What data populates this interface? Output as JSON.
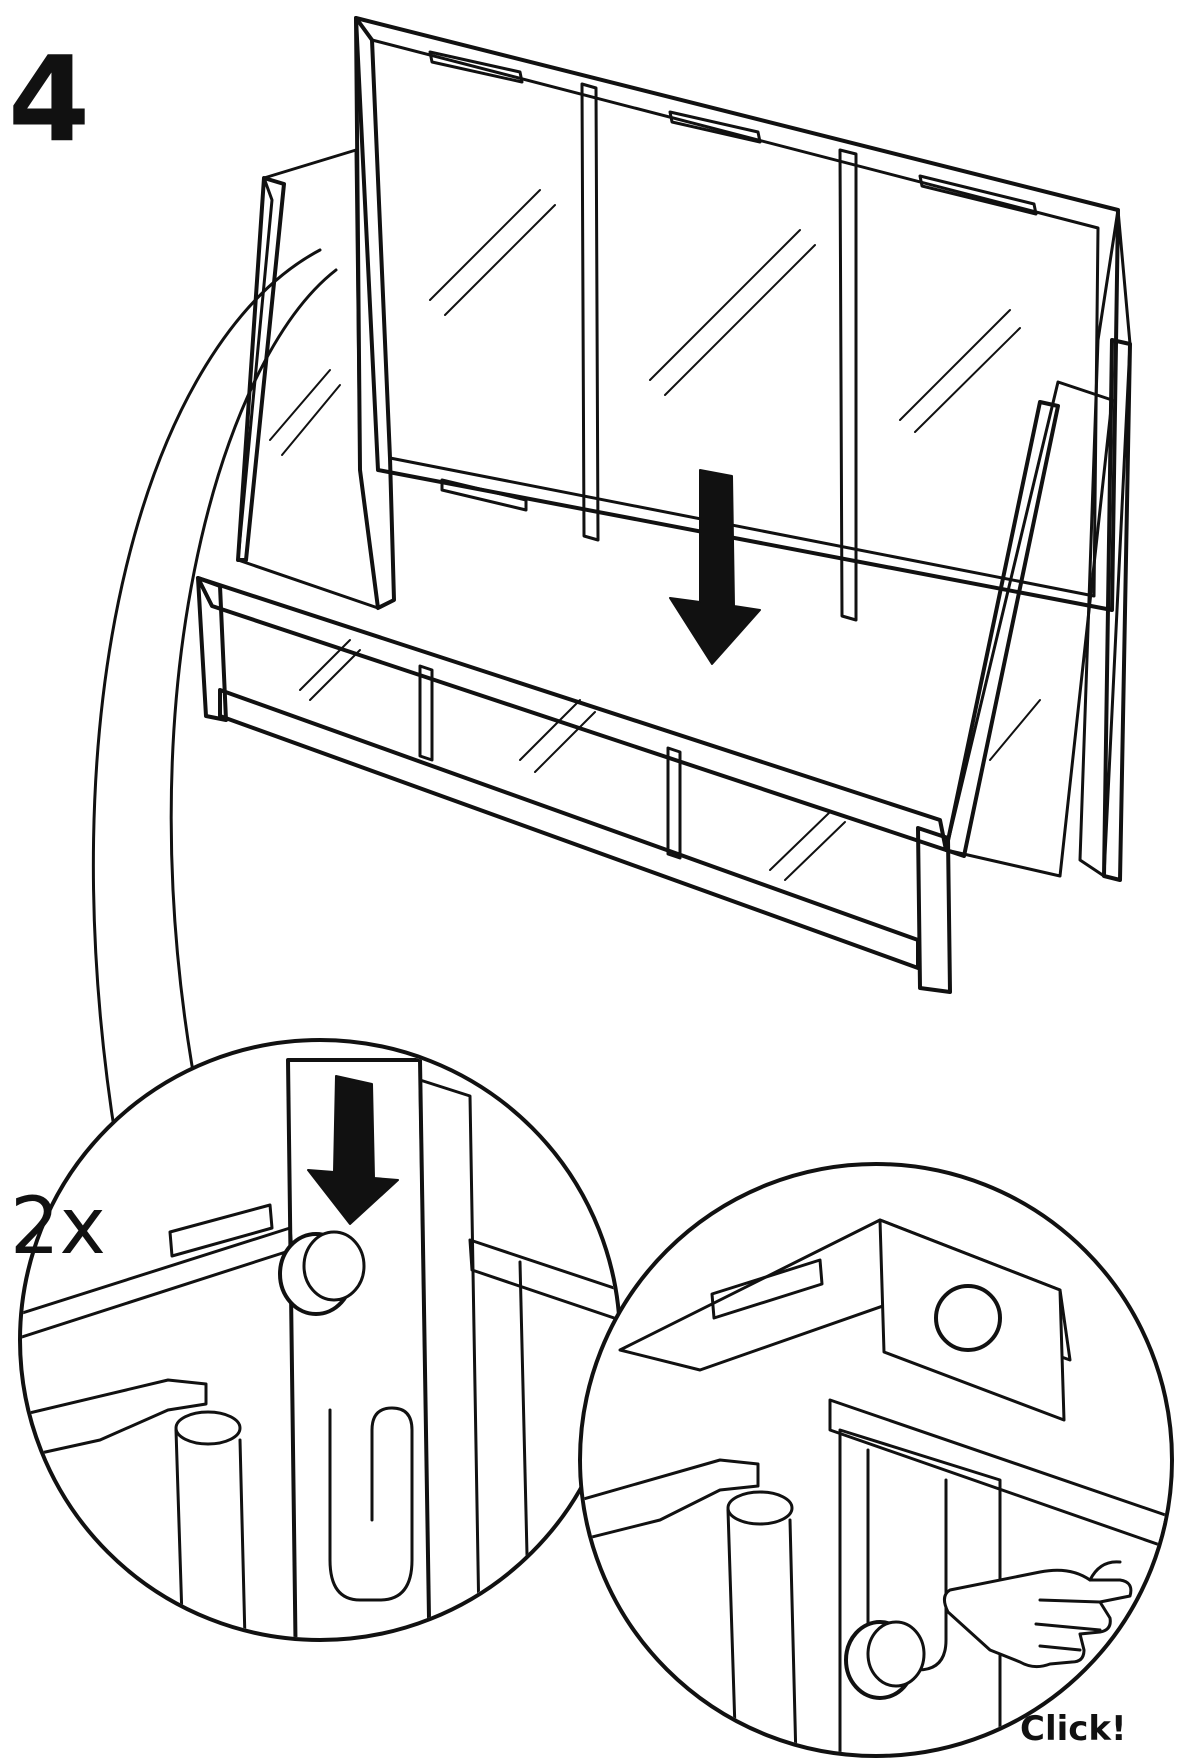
{
  "step": {
    "number": "4"
  },
  "detail": {
    "quantity": "2x",
    "click_text": "Click!"
  },
  "colors": {
    "ink": "#111111",
    "paper": "#ffffff"
  },
  "icons": {
    "down_arrow": "down-arrow-icon",
    "pointing_hand": "pointing-hand-icon"
  }
}
